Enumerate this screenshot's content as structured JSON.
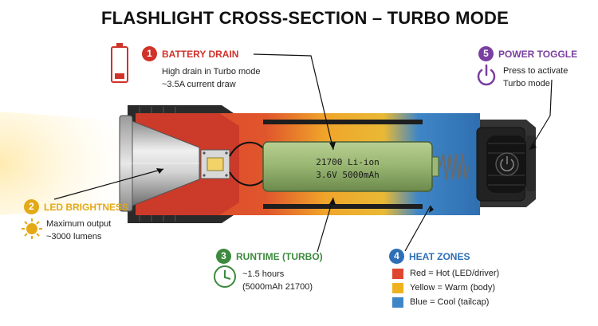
{
  "title": "FLASHLIGHT CROSS-SECTION – TURBO MODE",
  "battery_label": [
    "21700 Li-ion",
    "3.6V  5000mAh"
  ],
  "callouts": {
    "battery_drain": {
      "number": "1",
      "title": "BATTERY DRAIN",
      "lines": [
        "High drain in Turbo mode",
        "~3.5A current draw"
      ],
      "color": "#d0322a",
      "icon": "battery-low-icon"
    },
    "led_brightness": {
      "number": "2",
      "title": "LED BRIGHTNESS",
      "lines": [
        "Maximum output",
        "~3000 lumens"
      ],
      "color": "#e3a917",
      "icon": "sun-icon"
    },
    "runtime": {
      "number": "3",
      "title": "RUNTIME (TURBO)",
      "lines": [
        "~1.5 hours",
        "(5000mAh 21700)"
      ],
      "color": "#3d8a3e",
      "icon": "clock-icon"
    },
    "heat_zones": {
      "number": "4",
      "title": "HEAT ZONES",
      "color": "#2e6fb7",
      "legend": [
        {
          "text": "Red = Hot (LED/driver)",
          "color": "#e0462f"
        },
        {
          "text": "Yellow = Warm (body)",
          "color": "#efb21f"
        },
        {
          "text": "Blue = Cool (tailcap)",
          "color": "#3f86c6"
        }
      ]
    },
    "power_toggle": {
      "number": "5",
      "title": "POWER TOGGLE",
      "lines": [
        "Press to activate",
        "Turbo mode"
      ],
      "color": "#7a3fa0",
      "icon": "power-icon"
    }
  }
}
